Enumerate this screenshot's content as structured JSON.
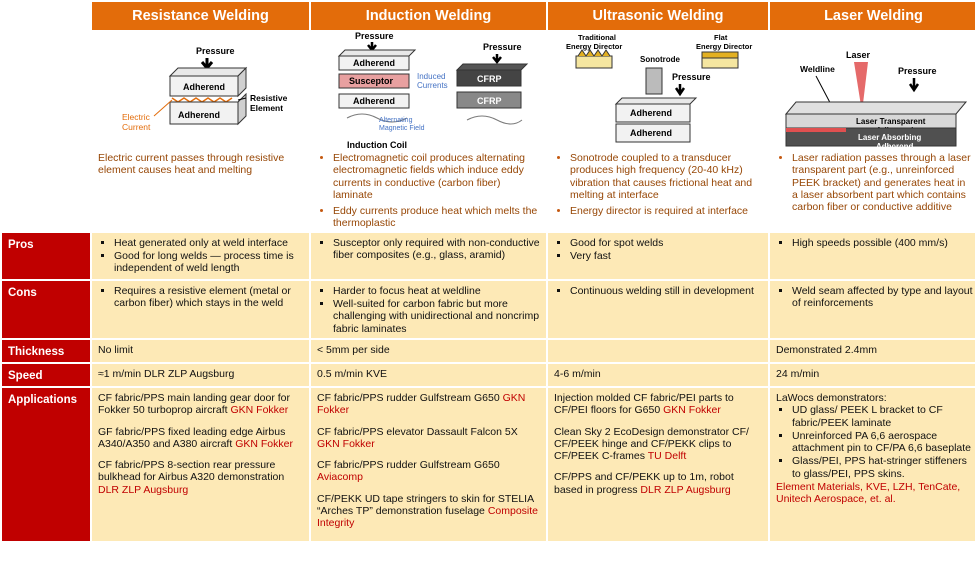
{
  "headers": {
    "resistance": "Resistance Welding",
    "induction": "Induction Welding",
    "ultrasonic": "Ultrasonic Welding",
    "laser": "Laser Welding"
  },
  "diagrams": {
    "resistance": {
      "pressure": "Pressure",
      "adherend_top": "Adherend",
      "adherend_bottom": "Adherend",
      "resistive_element": "Resistive\nElement",
      "electric_current": "Electric\nCurrent"
    },
    "induction": {
      "pressure_left": "Pressure",
      "pressure_right": "Pressure",
      "adherend_top": "Adherend",
      "susceptor": "Susceptor",
      "adherend_bottom": "Adherend",
      "induced_currents": "Induced\nCurrents",
      "alternating_field": "Alternating\nMagnetic Field",
      "cfrp_top": "CFRP",
      "cfrp_bottom": "CFRP",
      "induction_coil": "Induction Coil"
    },
    "ultrasonic": {
      "traditional": "Traditional\nEnergy Director",
      "flat": "Flat\nEnergy Director",
      "sonotrode": "Sonotrode",
      "pressure": "Pressure",
      "adherend_top": "Adherend",
      "adherend_bottom": "Adherend"
    },
    "laser": {
      "laser": "Laser",
      "weldline": "Weldline",
      "pressure": "Pressure",
      "transparent": "Laser Transparent\nAdherend",
      "absorbing": "Laser Absorbing\nAdherend"
    }
  },
  "descriptions": {
    "resistance": "Electric current passes through resistive element causes heat and melting",
    "induction": [
      "Electromagnetic coil produces alternating electromagnetic fields which induce eddy currents in conductive (carbon fiber) laminate",
      "Eddy currents produce heat which melts the thermoplastic"
    ],
    "ultrasonic": [
      "Sonotrode coupled to a transducer produces high frequency (20-40 kHz) vibration that causes frictional heat and melting at interface",
      "Energy director is required at interface"
    ],
    "laser": [
      "Laser radiation passes through a laser transparent part (e.g., unreinforced PEEK bracket) and generates heat in a laser absorbent part which contains carbon fiber or conductive additive"
    ]
  },
  "rows": {
    "pros": {
      "label": "Pros",
      "resistance": [
        "Heat generated only at weld interface",
        "Good for long welds — process time is independent of weld length"
      ],
      "induction": [
        "Susceptor only required with non-conductive fiber composites (e.g., glass, aramid)"
      ],
      "ultrasonic": [
        "Good for spot welds",
        "Very fast"
      ],
      "laser": [
        "High speeds possible (400 mm/s)"
      ]
    },
    "cons": {
      "label": "Cons",
      "resistance": [
        "Requires a resistive element (metal or carbon fiber) which stays in the weld"
      ],
      "induction": [
        "Harder to focus heat at weldline",
        "Well-suited for carbon fabric but more challenging with unidirectional and noncrimp fabric laminates"
      ],
      "ultrasonic": [
        "Continuous welding still in development"
      ],
      "laser": [
        "Weld seam affected by type and layout of reinforcements"
      ]
    },
    "thickness": {
      "label": "Thickness",
      "resistance": "No limit",
      "induction": "< 5mm per side",
      "ultrasonic": "",
      "laser": "Demonstrated 2.4mm"
    },
    "speed": {
      "label": "Speed",
      "resistance": "≈1 m/min DLR ZLP Augsburg",
      "induction": "0.5 m/min KVE",
      "ultrasonic": "4-6 m/min",
      "laser": "24 m/min"
    },
    "applications": {
      "label": "Applications",
      "resistance": [
        {
          "text": "CF fabric/PPS main landing gear door for Fokker 50 turboprop aircraft ",
          "org": "GKN Fokker"
        },
        {
          "text": "GF fabric/PPS fixed leading edge Airbus A340/A350 and A380 aircraft ",
          "org": "GKN Fokker"
        },
        {
          "text": "CF fabric/PPS 8-section rear pressure bulkhead for Airbus A320 demonstration ",
          "org": "DLR ZLP Augsburg"
        }
      ],
      "induction": [
        {
          "text": "CF fabric/PPS rudder Gulfstream G650 ",
          "org": "GKN Fokker"
        },
        {
          "text": "CF fabric/PPS elevator Dassault Falcon 5X ",
          "org": "GKN Fokker"
        },
        {
          "text": "CF fabric/PPS rudder Gulfstream G650 ",
          "org": "Aviacomp"
        },
        {
          "text": "CF/PEKK UD tape stringers to skin for STELIA “Arches TP” demonstration fuselage ",
          "org": "Composite Integrity"
        }
      ],
      "ultrasonic": [
        {
          "text": "Injection molded CF fabric/PEI parts to CF/PEI floors for G650 ",
          "org": "GKN Fokker"
        },
        {
          "text": "Clean Sky 2 EcoDesign demonstrator CF/ CF/PEEK hinge and CF/PEKK clips to CF/PEEK C-frames ",
          "org": "TU Delft"
        },
        {
          "text": "CF/PPS and CF/PEKK up to 1m, robot based in progress ",
          "org": "DLR ZLP Augsburg"
        }
      ],
      "laser": {
        "intro": "LaWocs demonstrators:",
        "items": [
          "UD glass/ PEEK L bracket to CF fabric/PEEK laminate",
          "Unreinforced PA 6,6 aerospace attachment pin to CF/PA 6,6 baseplate",
          "Glass/PEI, PPS hat-stringer stiffeners to glass/PEI, PPS skins."
        ],
        "orgs": "Element Materials, KVE, LZH, TenCate, Unitech Aerospace, et. al."
      }
    }
  },
  "colors": {
    "header": "#e36c0a",
    "label": "#c00000",
    "cell": "#fde9b6",
    "org": "#c00000",
    "desc": "#974706"
  }
}
